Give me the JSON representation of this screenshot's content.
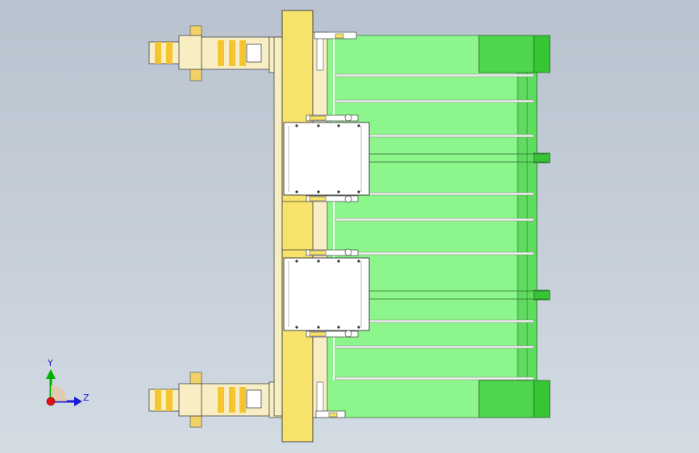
{
  "colors": {
    "background_top": "#b9c3cf",
    "background_bottom": "#d3dbe3",
    "plate_green": "#8cf58c",
    "dark_green": "#35c535",
    "yellow_plate": "#f7e36a",
    "mount_beige": "#f8eec4",
    "cylinder_white": "#ffffff",
    "rod_gray": "#e6e6e6",
    "outline": "#3a3a3a",
    "axis_y": "#00b000",
    "axis_z": "#1a1ad6",
    "axis_origin": "#e01010"
  },
  "model": {
    "view": "orthographic-side",
    "units_visible": "none"
  },
  "triad": {
    "y_label": "Y",
    "z_label": "Z"
  }
}
